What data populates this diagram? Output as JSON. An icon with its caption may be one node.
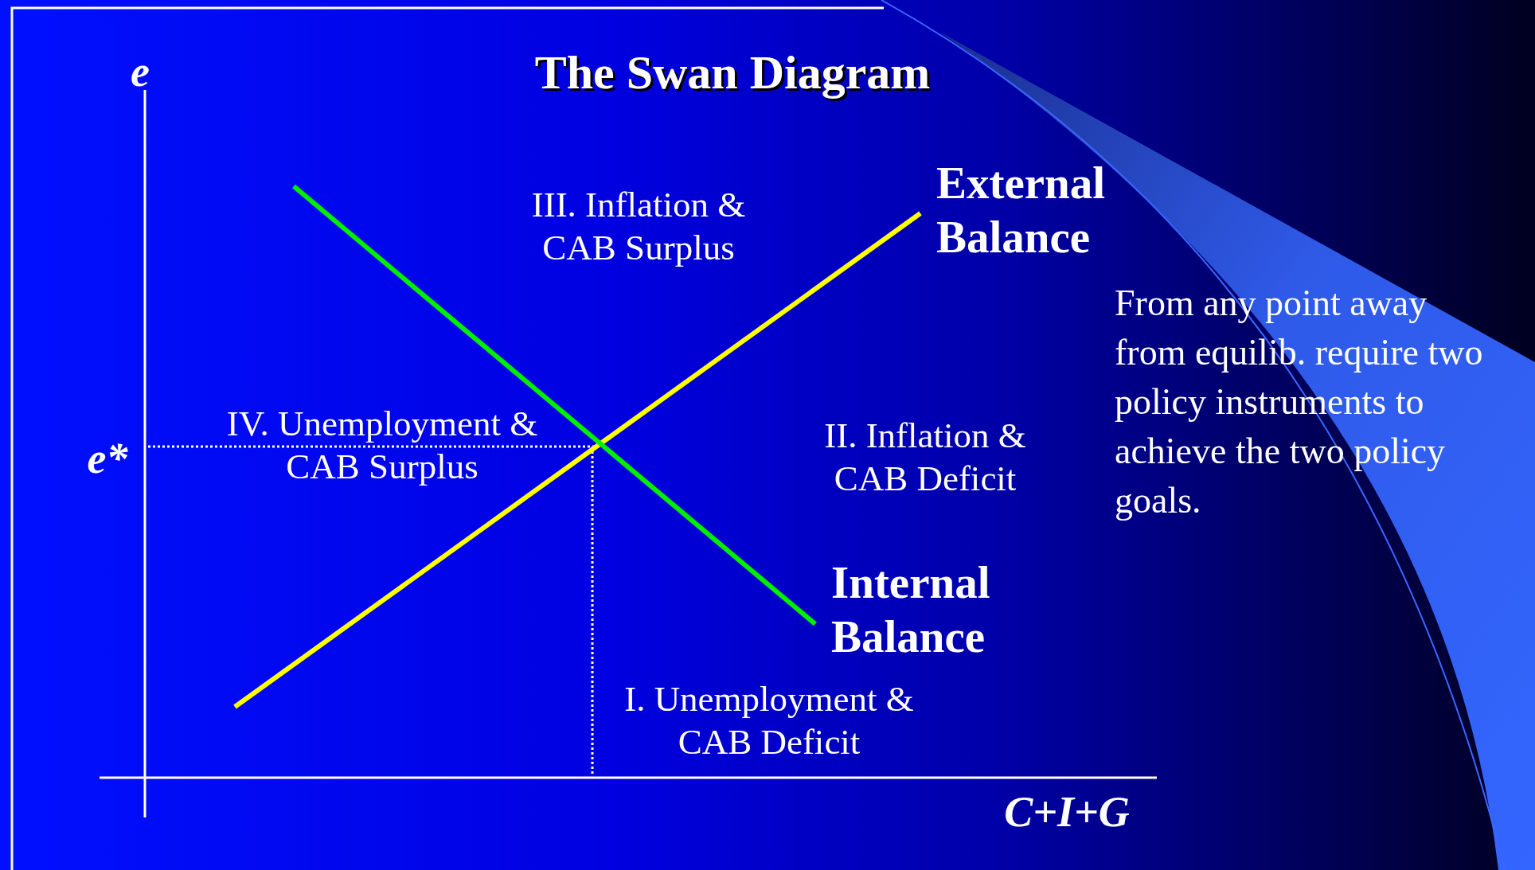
{
  "diagram": {
    "title": "The Swan Diagram",
    "labels": [
      "e",
      "III. Inflation & CAB Surplus",
      "External Balance",
      "From any point away from equilib. require two policy instruments to achieve the two policy goals.",
      "IV. Unemployment & CAB Surplus",
      "II. Inflation & CAB Deficit",
      "e*",
      "Internal Balance",
      "I. Unemployment & CAB Deficit",
      "C+I+G"
    ]
  }
}
